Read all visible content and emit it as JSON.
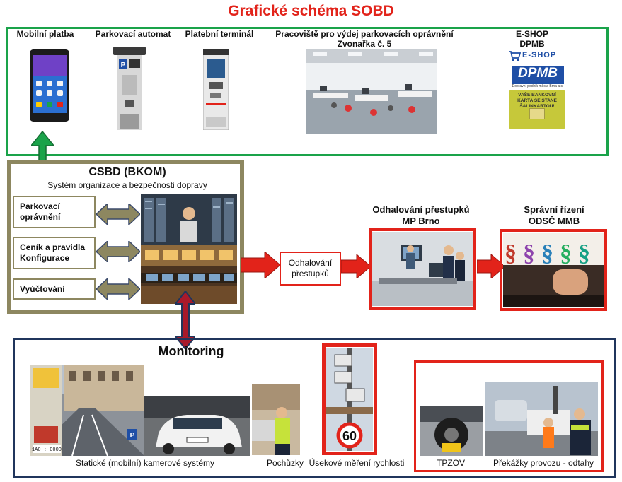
{
  "title": "Grafické schéma SOBD",
  "top_row": {
    "mobile_payment": "Mobilní platba",
    "parking_machine": "Parkovací automat",
    "payment_terminal": "Platební terminál",
    "office_line1": "Pracoviště pro výdej parkovacích oprávnění",
    "office_line2": "Zvonařka č. 5",
    "eshop_line1": "E-SHOP",
    "eshop_line2": "DPMB",
    "eshop_logo": "E-SHOP",
    "dpmb_logo": "DPMB",
    "dpmb_tagline": "Dopravní podnik města Brna a.s.",
    "card_text": "VAŠE BANKOVNÍ KARTA SE STANE ŠALINKARTOU!"
  },
  "csbd": {
    "title": "CSBD (BKOM)",
    "subtitle": "Systém organizace a bezpečnosti dopravy",
    "items": [
      "Parkovací oprávnění",
      "Ceník a pravidla Konfigurace",
      "Vyúčtování"
    ]
  },
  "violations_box": "Odhalování přestupků",
  "mp_brno": {
    "line1": "Odhalování přestupků",
    "line2": "MP Brno"
  },
  "admin": {
    "line1": "Správní řízení",
    "line2": "ODSČ MMB"
  },
  "monitoring": {
    "title": "Monitoring",
    "captions": {
      "static_cameras": "Statické (mobilní) kamerové systémy",
      "patrols": "Pochůzky",
      "section_speed": "Úsekové měření rychlosti",
      "tpzov": "TPZOV",
      "obstacles": "Překážky provozu - odtahy"
    },
    "speed_sign": "60",
    "plate": "1A0 : 0000"
  },
  "colors": {
    "green": "#1aa34a",
    "olive": "#8d8760",
    "navy": "#20355c",
    "red": "#e2231a"
  }
}
